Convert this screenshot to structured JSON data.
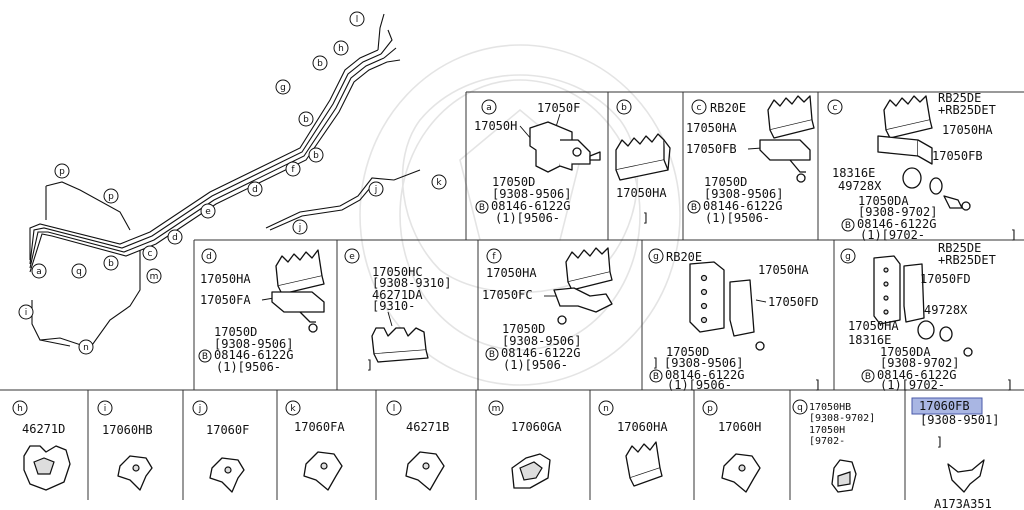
{
  "diagram_id": "A173A351",
  "highlight_part": "17060FB",
  "circle_labels": {
    "l": "l",
    "h": "h",
    "b": "b",
    "g": "g",
    "k": "k",
    "e": "e",
    "d": "d",
    "f": "f",
    "p": "p",
    "j": "j",
    "m": "m",
    "i": "i",
    "n": "n",
    "a": "a",
    "q": "q",
    "c": "c"
  },
  "detail_a": {
    "letter": "a",
    "top_part": "17050F",
    "left_part": "17050H",
    "bolt": "17050D",
    "bolt_range": "[9308-9506]",
    "b_letter": "B",
    "screw": "08146-6122G",
    "qty": "(1)[9506-"
  },
  "detail_b": {
    "letter": "b",
    "part": "17050HA",
    "close": "]"
  },
  "detail_c1": {
    "letter": "c",
    "engine": "RB20E",
    "top_part": "17050HA",
    "mid_part": "17050FB",
    "bolt": "17050D",
    "bolt_range": "[9308-9506]",
    "b_letter": "B",
    "screw": "08146-6122G",
    "qty": "(1)[9506-"
  },
  "detail_c2": {
    "letter": "c",
    "engine_1": "RB25DE",
    "engine_2": "+RB25DET",
    "top_part": "17050HA",
    "mid_part": "17050FB",
    "grommet": "18316E",
    "washer": "49728X",
    "bolt": "17050DA",
    "bolt_range": "[9308-9702]",
    "b_letter": "B",
    "screw": "08146-6122G",
    "qty": "(1)[9702-",
    "close": "]"
  },
  "detail_d": {
    "letter": "d",
    "top_part": "17050HA",
    "mid_part": "17050FA",
    "bolt": "17050D",
    "bolt_range": "[9308-9506]",
    "b_letter": "B",
    "screw": "08146-6122G",
    "qty": "(1)[9506-"
  },
  "detail_e": {
    "letter": "e",
    "part_1": "17050HC",
    "range_1": "[9308-9310]",
    "part_2": "46271DA",
    "range_2": "[9310-",
    "close": "]"
  },
  "detail_f": {
    "letter": "f",
    "top_part": "17050HA",
    "mid_part": "17050FC",
    "bolt": "17050D",
    "bolt_range": "[9308-9506]",
    "b_letter": "B",
    "screw": "08146-6122G",
    "qty": "(1)[9506-"
  },
  "detail_g1": {
    "letter": "g",
    "engine": "RB20E",
    "top_part": "17050HA",
    "mid_part": "17050FD",
    "bolt": "17050D",
    "bolt_range": "[9308-9506]",
    "b_letter": "B",
    "screw": "08146-6122G",
    "qty": "(1)[9506-",
    "close": "]",
    "open": "]"
  },
  "detail_g2": {
    "letter": "g",
    "engine_1": "RB25DE",
    "engine_2": "+RB25DET",
    "mid_part": "17050FD",
    "washer": "49728X",
    "left_part": "17050HA",
    "grommet": "18316E",
    "bolt": "17050DA",
    "bolt_range": "[9308-9702]",
    "b_letter": "B",
    "screw": "08146-6122G",
    "qty": "(1)[9702-",
    "close": "]"
  },
  "bottom_row": [
    {
      "letter": "h",
      "part": "46271D"
    },
    {
      "letter": "i",
      "part": "17060HB"
    },
    {
      "letter": "j",
      "part": "17060F"
    },
    {
      "letter": "k",
      "part": "17060FA"
    },
    {
      "letter": "l",
      "part": "46271B"
    },
    {
      "letter": "m",
      "part": "17060GA"
    },
    {
      "letter": "n",
      "part": "17060HA"
    },
    {
      "letter": "p",
      "part": "17060H"
    }
  ],
  "detail_q": {
    "letter": "q",
    "part_1": "17050HB",
    "range_1": "[9308-9702]",
    "part_2": "17050H",
    "range_2": "[9702-",
    "close": "]"
  },
  "detail_r": {
    "part": "17060FB",
    "range": "[9308-9501]",
    "close": "]"
  }
}
